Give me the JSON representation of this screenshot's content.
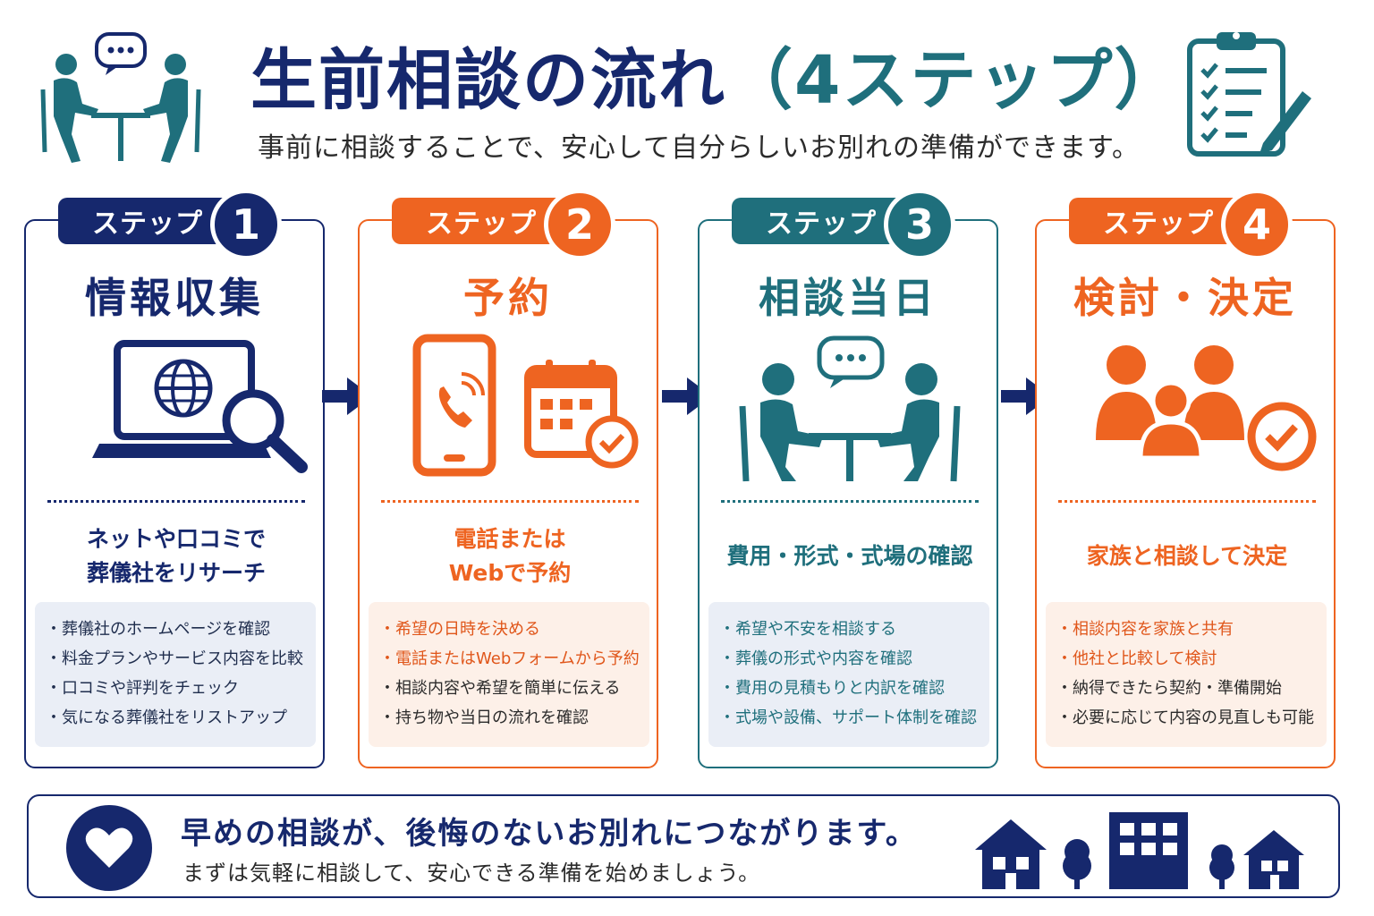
{
  "header": {
    "title_main": "生前相談の流れ",
    "title_paren": "（4ステップ）",
    "subtitle": "事前に相談することで、安心して自分らしいお別れの準備ができます。"
  },
  "steps": [
    {
      "badge_label": "ステップ",
      "number": "1",
      "title": "情報収集",
      "desc_line1": "ネットや口コミで",
      "desc_line2": "葬儀社をリサーチ",
      "items": [
        "・葬儀社のホームページを確認",
        "・料金プランやサービス内容を比較",
        "・口コミや評判をチェック",
        "・気になる葬儀社をリストアップ"
      ]
    },
    {
      "badge_label": "ステップ",
      "number": "2",
      "title": "予約",
      "desc_line1": "電話または",
      "desc_line2": "Webで予約",
      "items": [
        "・希望の日時を決める",
        "・電話またはWebフォームから予約",
        "・相談内容や希望を簡単に伝える",
        "・持ち物や当日の流れを確認"
      ]
    },
    {
      "badge_label": "ステップ",
      "number": "3",
      "title": "相談当日",
      "desc_line1": "費用・形式・式場の確認",
      "desc_line2": "",
      "items": [
        "・希望や不安を相談する",
        "・葬儀の形式や内容を確認",
        "・費用の見積もりと内訳を確認",
        "・式場や設備、サポート体制を確認"
      ]
    },
    {
      "badge_label": "ステップ",
      "number": "4",
      "title": "検討・決定",
      "desc_line1": "家族と相談して決定",
      "desc_line2": "",
      "items": [
        "・相談内容を家族と共有",
        "・他社と比較して検討",
        "・納得できたら契約・準備開始",
        "・必要に応じて内容の見直しも可能"
      ]
    }
  ],
  "footer": {
    "main": "早めの相談が、後悔のないお別れにつながります。",
    "sub": "まずは気軽に相談して、安心できる準備を始めましょう。"
  },
  "colors": {
    "navy": "#16286d",
    "orange": "#ee6421",
    "teal": "#1f6f7c"
  },
  "icons": [
    "consultation-people-icon",
    "clipboard-checklist-icon",
    "laptop-globe-search-icon",
    "smartphone-call-icon",
    "calendar-check-icon",
    "meeting-table-icon",
    "family-check-icon",
    "arrow-right-icon",
    "heart-icon",
    "house-icon",
    "tree-icon",
    "building-icon"
  ]
}
